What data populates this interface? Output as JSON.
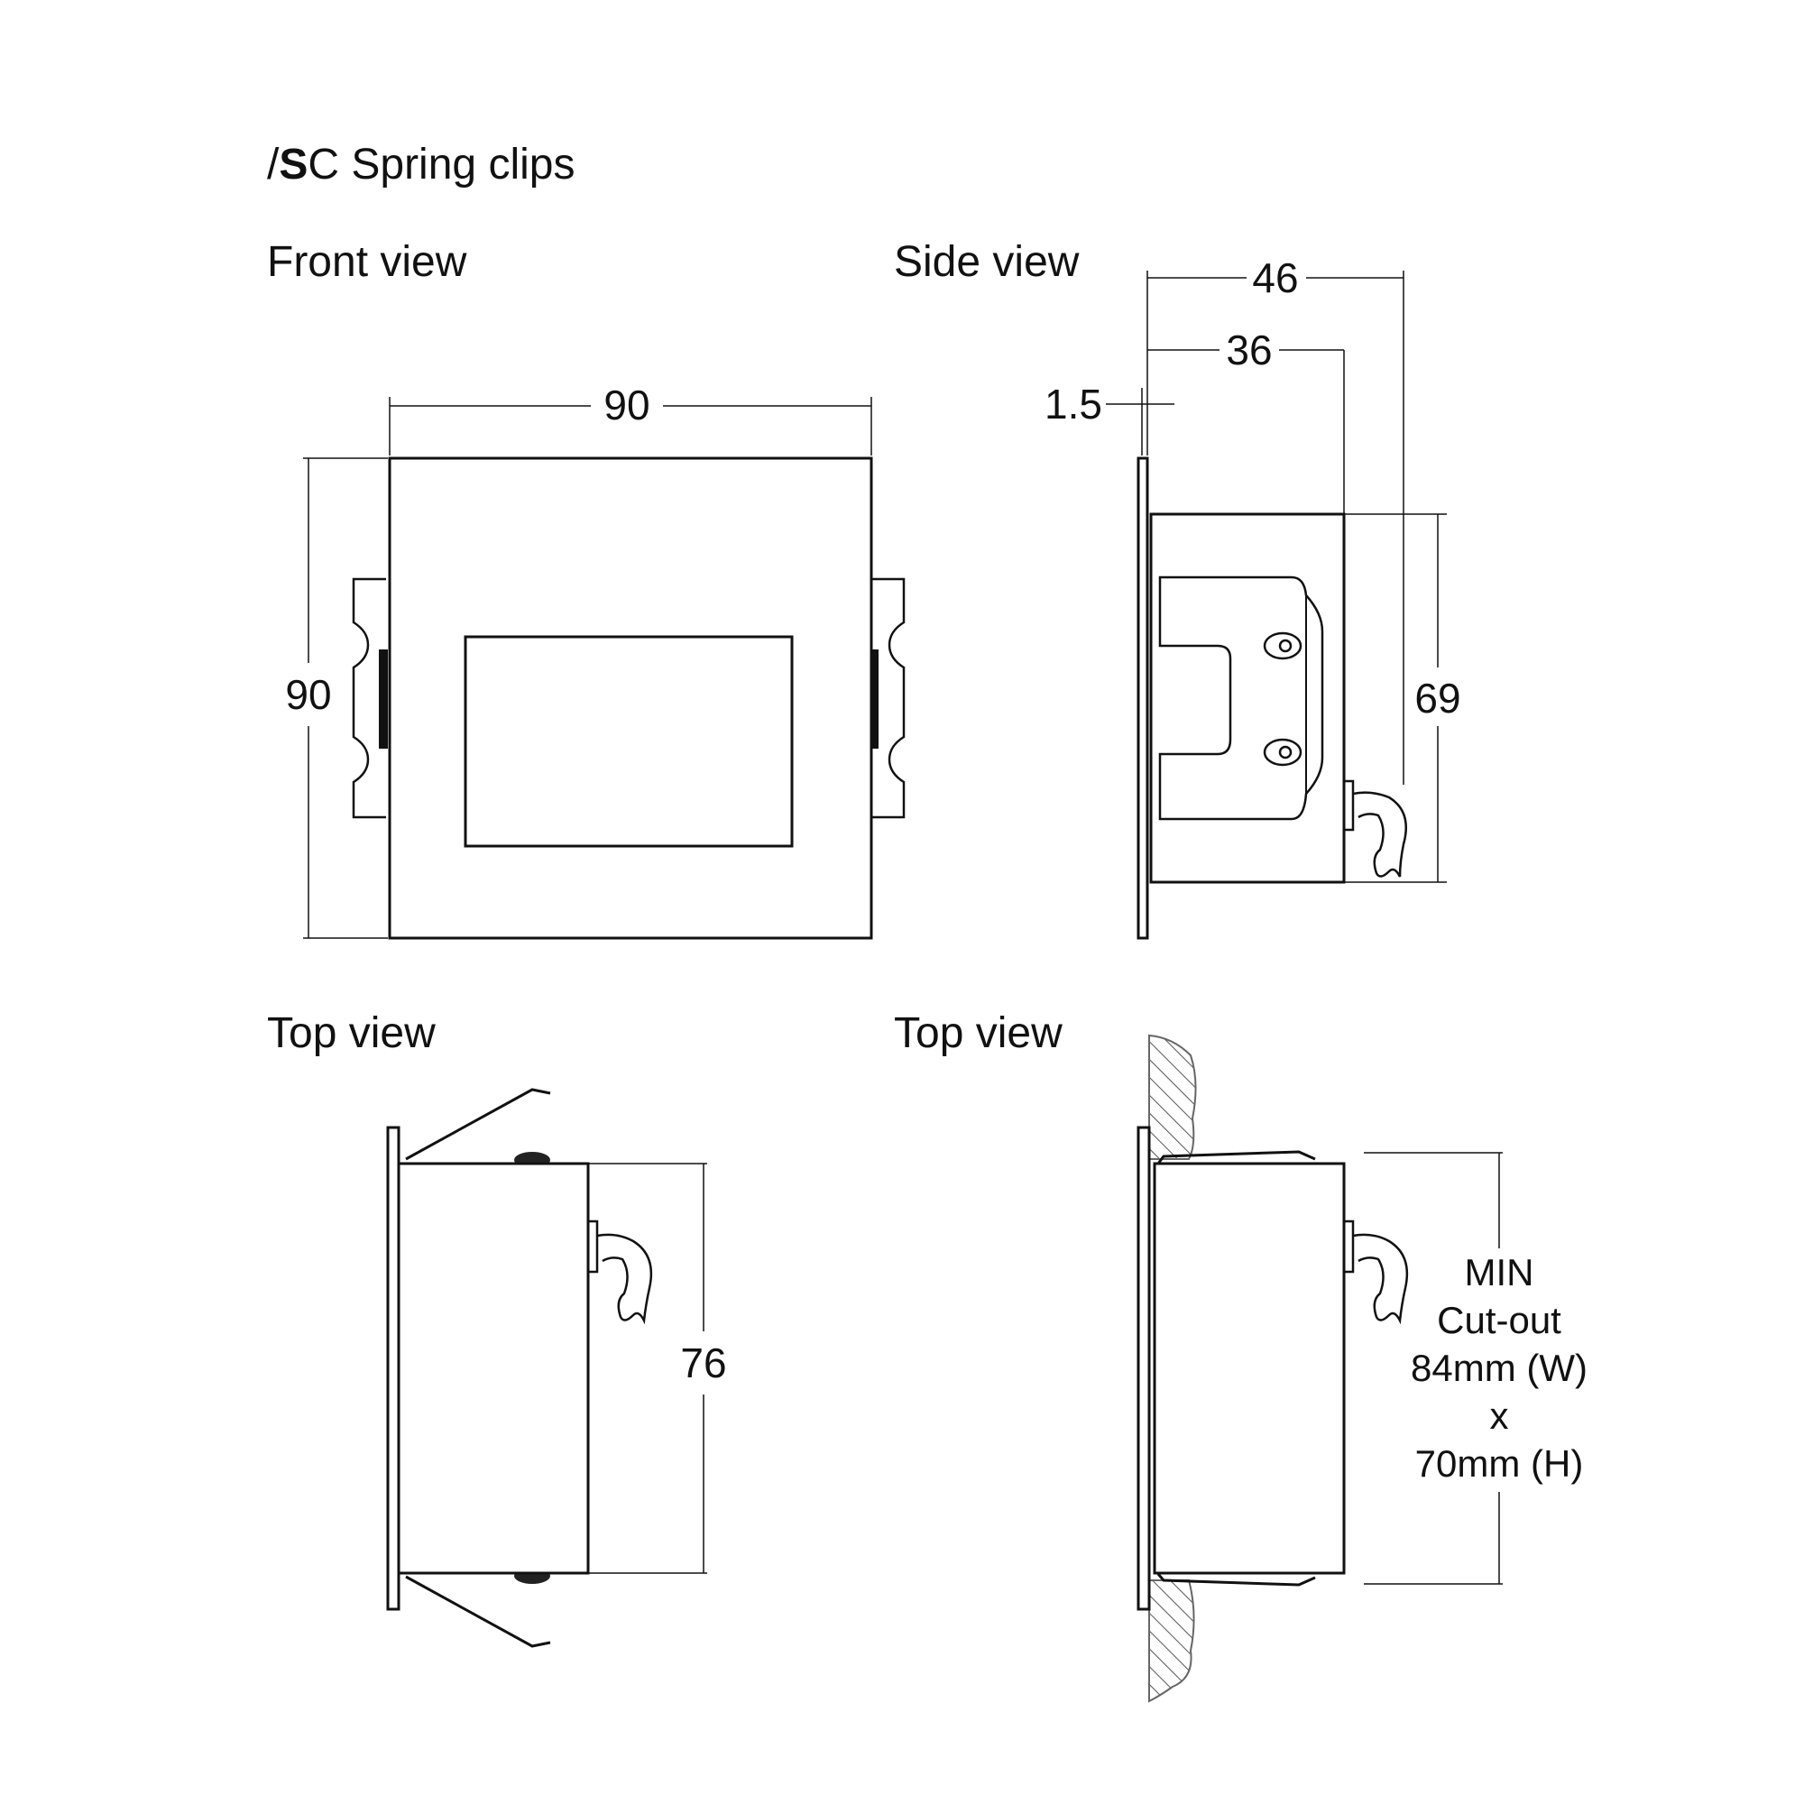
{
  "title": {
    "prefix": "/",
    "bold": "S",
    "rest": "C Spring clips"
  },
  "views": {
    "front": "Front view",
    "side": "Side view",
    "top_left": "Top view",
    "top_right": "Top view"
  },
  "dimensions": {
    "front_width": "90",
    "front_height": "90",
    "side_overall_depth": "46",
    "side_body_depth": "36",
    "side_faceplate": "1.5",
    "side_body_height": "69",
    "top_body_height": "76"
  },
  "cutout_note": {
    "line1": "MIN",
    "line2": "Cut-out",
    "line3": "84mm (W)",
    "line4": "x",
    "line5": "70mm (H)"
  }
}
